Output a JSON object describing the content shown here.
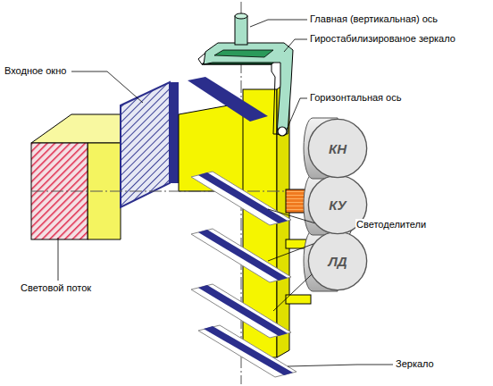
{
  "diagram": {
    "nodes": [
      {
        "text": [
          "КН"
        ]
      },
      {
        "text": [
          "КУ"
        ]
      },
      {
        "text": [
          "ЛД"
        ]
      }
    ],
    "labels": [
      "Главная (вертикальная) ось",
      "Гиростабилизированое зеркало",
      "Горизонтальная ось",
      "Входное окно",
      "Светоделители",
      "Световой поток",
      "Зеркало"
    ]
  }
}
